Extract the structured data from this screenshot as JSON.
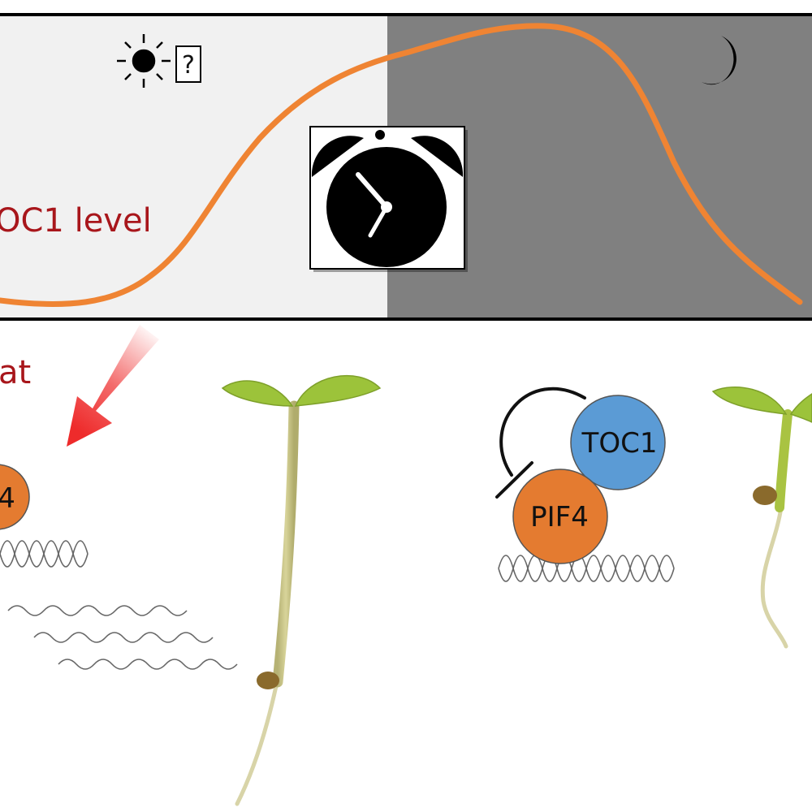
{
  "top_panel": {
    "curve_label": "OC1 level",
    "unknown_mark": "?",
    "colors": {
      "day": "#f1f1f1",
      "night": "#808080",
      "curve": "#ef8433",
      "label": "#a8161b"
    }
  },
  "bottom_left": {
    "heat_label": "at",
    "pif4_label": "4",
    "colors": {
      "arrow": "#ee2b2b",
      "pif4": "#e47b30"
    }
  },
  "bottom_right": {
    "toc1_label": "TOC1",
    "pif4_label": "PIF4",
    "colors": {
      "toc1": "#5b9bd5",
      "pif4": "#e47b30"
    }
  },
  "icons": [
    "sun-icon",
    "moon-icon",
    "alarm-clock-icon",
    "seedling-icon",
    "dna-strand-icon",
    "inhibition-arc-icon"
  ]
}
